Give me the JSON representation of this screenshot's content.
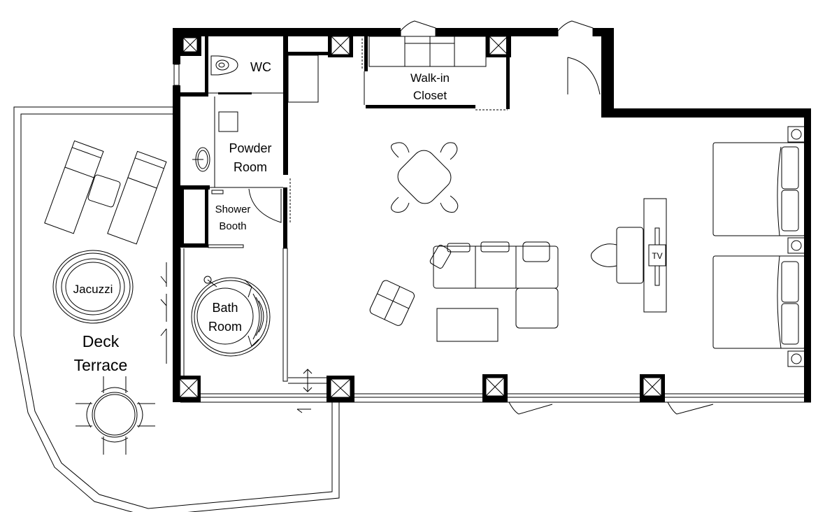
{
  "plan": {
    "rooms": {
      "wc": "WC",
      "walk_in_closet": [
        "Walk-in",
        "Closet"
      ],
      "powder_room": [
        "Powder",
        "Room"
      ],
      "shower_booth": [
        "Shower",
        "Booth"
      ],
      "bath_room": [
        "Bath",
        "Room"
      ],
      "jacuzzi": "Jacuzzi",
      "deck_terrace": [
        "Deck",
        "Terrace"
      ],
      "tv": "TV"
    },
    "colors": {
      "wall": "#000000",
      "line": "#000000",
      "background": "#ffffff"
    }
  }
}
